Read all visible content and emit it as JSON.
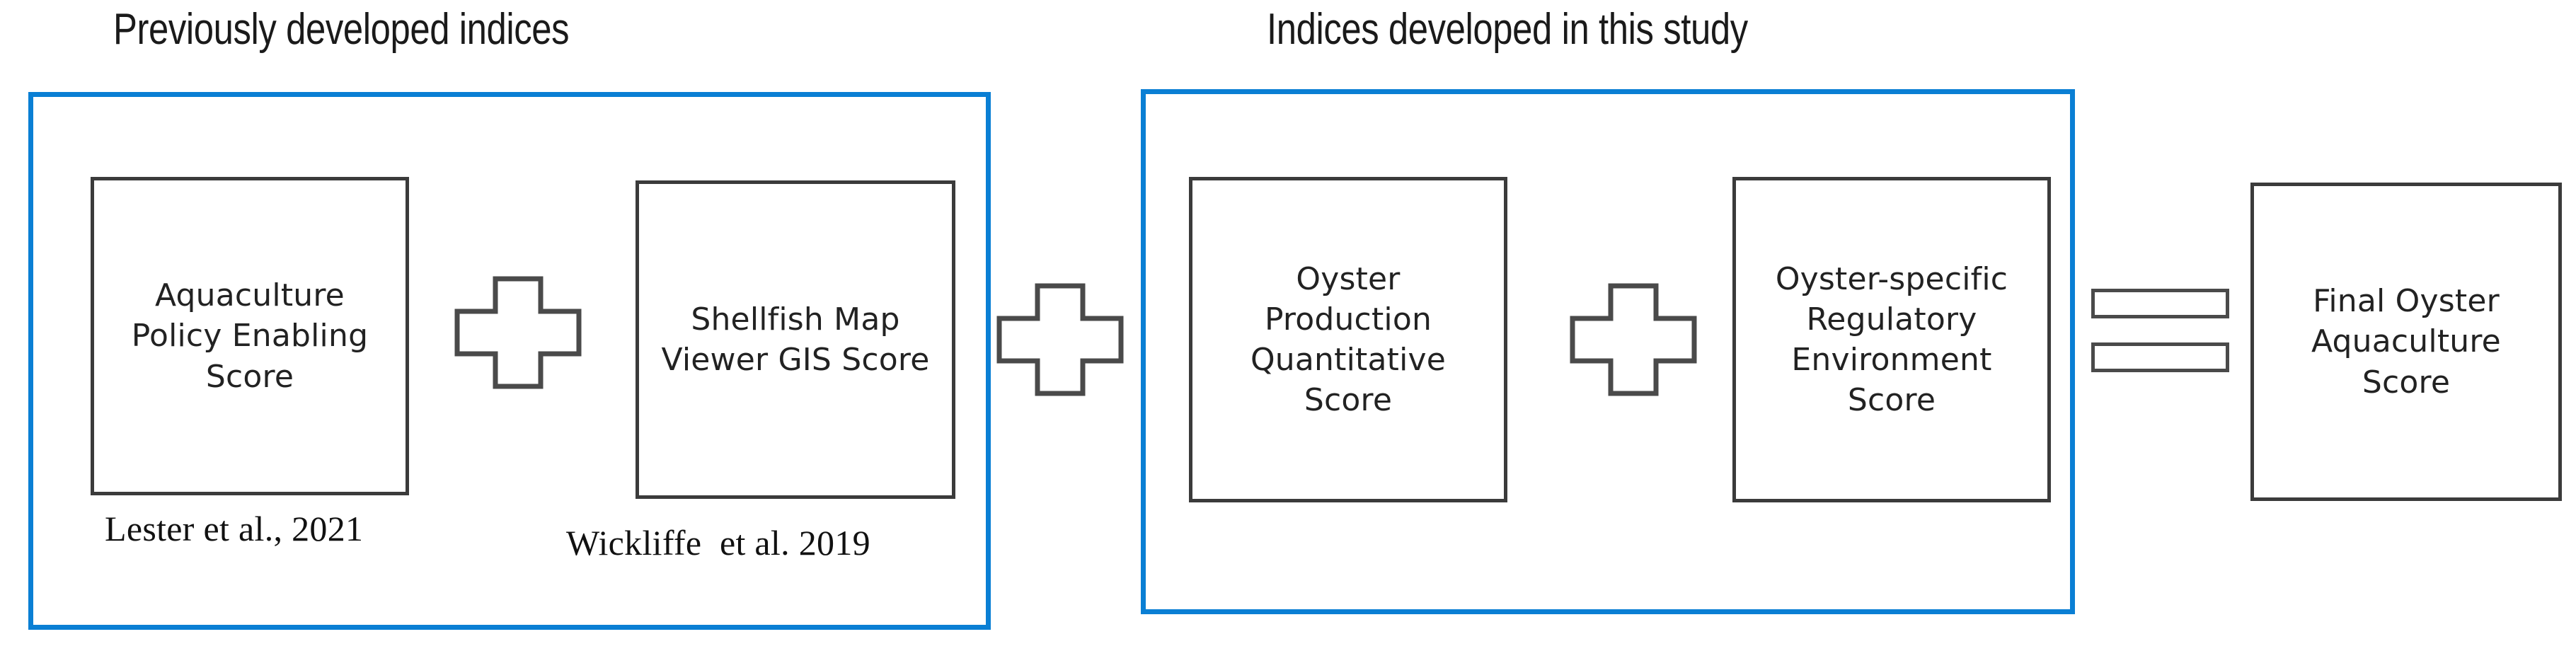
{
  "diagram": {
    "title_left": "Previously developed indices",
    "title_right": "Indices developed in this study",
    "accent_blue": "#0a7fd4",
    "box_border": "#3b3b3b",
    "background": "#ffffff"
  },
  "groups": [
    {
      "id": "previously-developed",
      "header": "Previously developed indices",
      "boxes": [
        {
          "id": "aquaculture-policy-enabling-score",
          "label": "Aquaculture\nPolicy Enabling\nScore",
          "citation": "Lester et al., 2021"
        },
        {
          "id": "shellfish-map-viewer-gis-score",
          "label": "Shellfish Map\nViewer GIS Score",
          "citation": "Wickliffe  et al. 2019"
        }
      ]
    },
    {
      "id": "developed-in-this-study",
      "header": "Indices developed in this study",
      "boxes": [
        {
          "id": "oyster-production-quantitative-score",
          "label": "Oyster\nProduction\nQuantitative\nScore",
          "citation": ""
        },
        {
          "id": "oyster-specific-regulatory-environment-score",
          "label": "Oyster-specific\nRegulatory\nEnvironment\nScore",
          "citation": ""
        }
      ]
    }
  ],
  "result": {
    "id": "final-oyster-aquaculture-score",
    "label": "Final Oyster\nAquaculture\nScore"
  },
  "operators": {
    "plus": "+",
    "equals": "="
  }
}
